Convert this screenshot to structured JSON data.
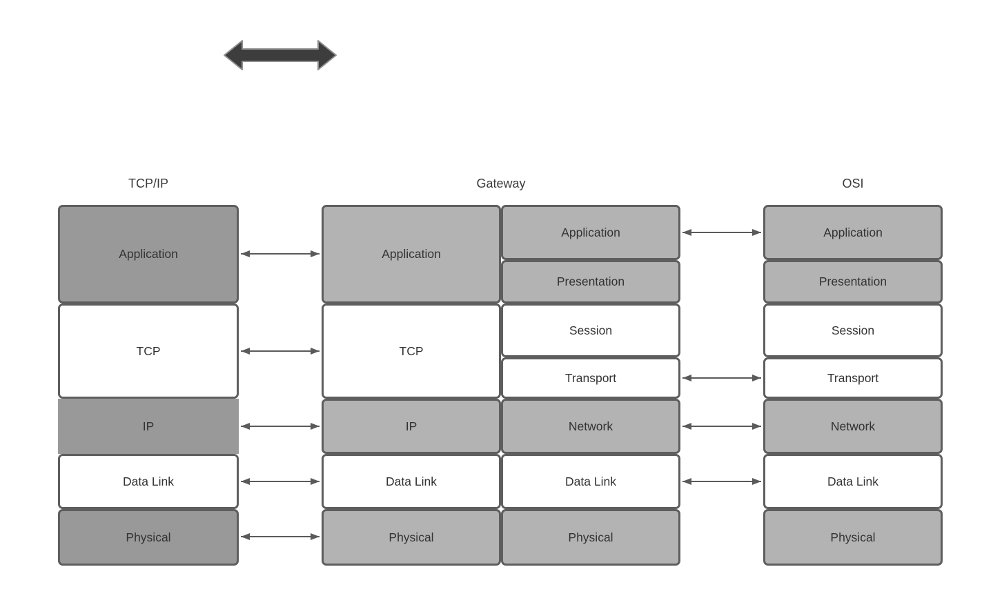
{
  "headers": {
    "tcpip": "TCP/IP",
    "gateway": "Gateway",
    "osi": "OSI"
  },
  "stacks": {
    "tcpip": {
      "layers": [
        "Application",
        "TCP",
        "IP",
        "Data Link",
        "Physical"
      ]
    },
    "gateway_left": {
      "layers": [
        "Application",
        "TCP",
        "IP",
        "Data Link",
        "Physical"
      ]
    },
    "gateway_right": {
      "layers": [
        "Application",
        "Presentation",
        "Session",
        "Transport",
        "Network",
        "Data Link",
        "Physical"
      ]
    },
    "osi": {
      "layers": [
        "Application",
        "Presentation",
        "Session",
        "Transport",
        "Network",
        "Data Link",
        "Physical"
      ]
    }
  },
  "connectors": {
    "tcpip_to_gateway_rows": [
      "Application",
      "TCP",
      "IP",
      "Data Link",
      "Physical"
    ],
    "gateway_to_osi_rows": [
      "Application",
      "Transport",
      "Network",
      "Data Link"
    ]
  },
  "icons": {
    "top_arrow": "double-headed-arrow"
  },
  "colors": {
    "dark_gray_fill": "#999999",
    "light_gray_fill": "#b3b3b3",
    "white_fill": "#ffffff",
    "box_border": "#5e5e5e",
    "connector": "#5a5a5a",
    "big_arrow_fill": "#3d3d3d",
    "big_arrow_outline": "#909090",
    "text": "#333333"
  }
}
